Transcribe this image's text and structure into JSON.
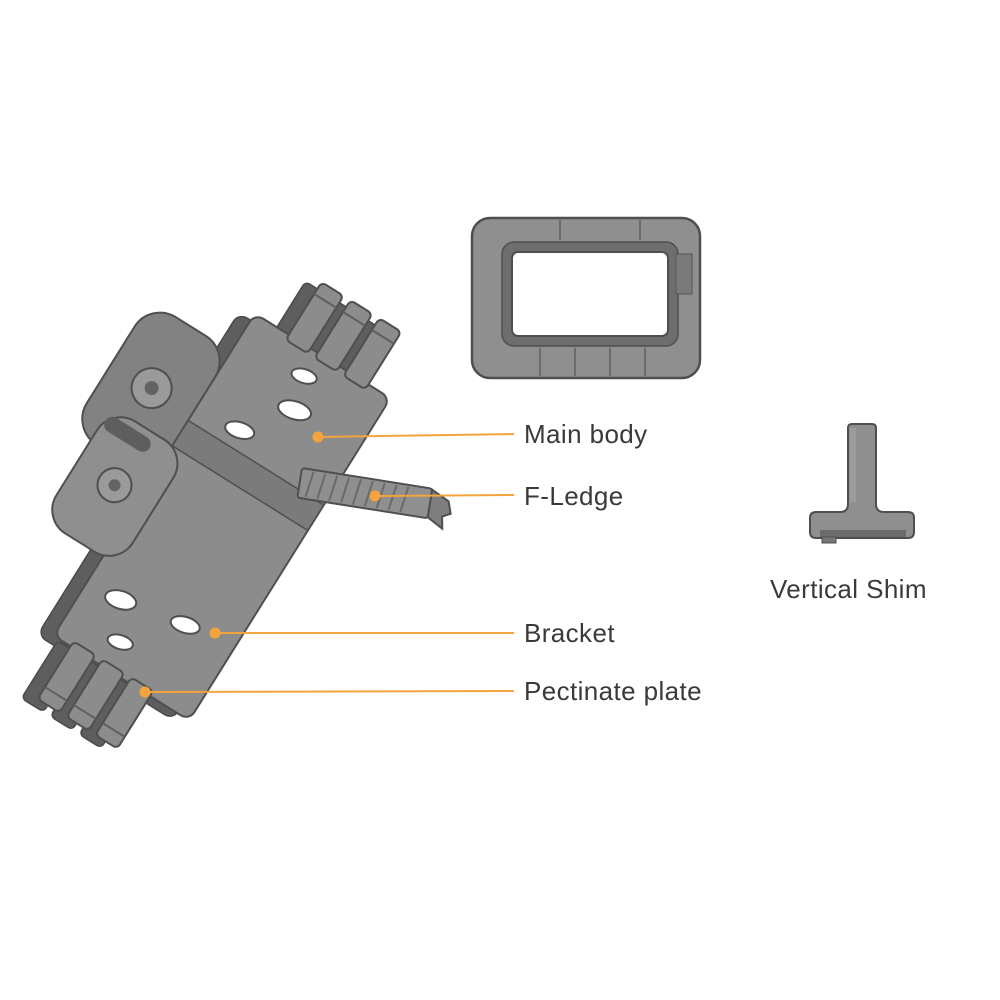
{
  "diagram": {
    "background": "#FFFFFF",
    "colors": {
      "leader_line": "#F4A43C",
      "callout_dot": "#F4A43C",
      "part_fill": "#8C8C8C",
      "part_mid": "#7B7B7B",
      "part_shadow": "#5E5E5E",
      "part_outline": "#4F4F4F",
      "hole_fill": "#FFFFFF",
      "label_text": "#3A3A3A"
    },
    "callouts": [
      {
        "id": "main-body",
        "label": "Main body"
      },
      {
        "id": "f-ledge",
        "label": "F-Ledge"
      },
      {
        "id": "bracket",
        "label": "Bracket"
      },
      {
        "id": "pectinate-plate",
        "label": "Pectinate plate"
      }
    ],
    "standalone_labels": [
      {
        "id": "vertical-shim",
        "label": "Vertical Shim"
      }
    ]
  }
}
